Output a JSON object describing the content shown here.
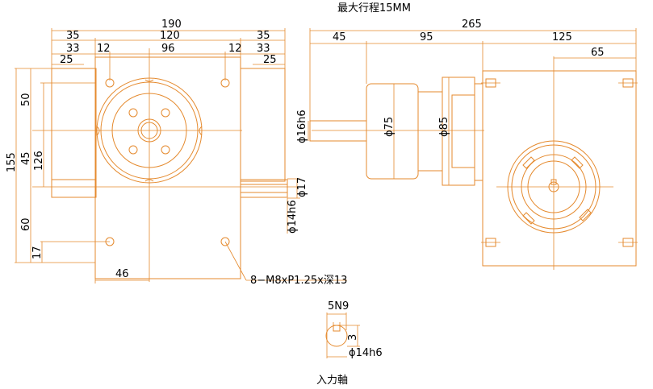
{
  "title": "最大行程15MM",
  "caption": "入力軸",
  "front_view": {
    "dims": {
      "w190": "190",
      "w35a": "35",
      "w120": "120",
      "w35b": "35",
      "w33a": "33",
      "w12a": "12",
      "w96": "96",
      "w12b": "12",
      "w33b": "33",
      "w25a": "25",
      "w25b": "25",
      "h50": "50",
      "h155": "155",
      "h45": "45",
      "h126": "126",
      "h60": "60",
      "h17": "17",
      "w46": "46"
    },
    "callout": "8−M8xP1.25x深13"
  },
  "side_view": {
    "dims": {
      "w265": "265",
      "w45": "45",
      "w95": "95",
      "w125": "125",
      "w65": "65"
    },
    "diameters": {
      "shaft": "ϕ16h6",
      "d75": "ϕ75",
      "d85": "ϕ85",
      "d17": "ϕ17",
      "d14": "ϕ14h6"
    }
  },
  "shaft_detail": {
    "key": "5N9",
    "depth": "3",
    "diameter": "ϕ14h6"
  },
  "colors": {
    "line": "#e58a2e",
    "text": "#000000"
  }
}
